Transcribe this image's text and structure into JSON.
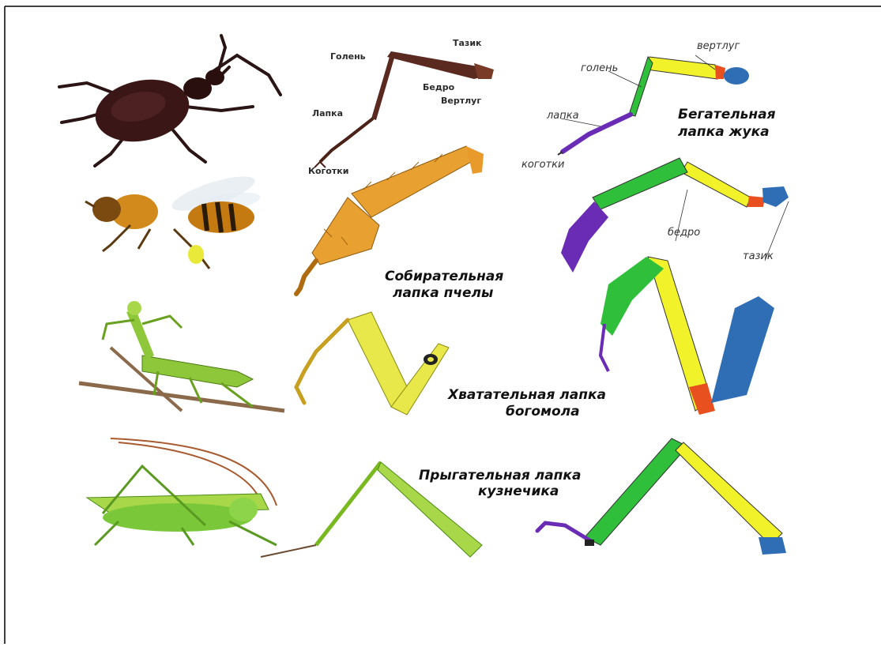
{
  "beetle_leg": {
    "labels": {
      "tazik": "Тазик",
      "golen": "Голень",
      "bedro": "Бедро",
      "vertlug": "Вертлуг",
      "lapka": "Лапка",
      "kogotki": "Коготки"
    }
  },
  "running_leg": {
    "labels": {
      "vertlug": "вертлуг",
      "golen": "голень",
      "lapka": "лапка",
      "kogotki": "коготки"
    },
    "title_line1": "Бегательная",
    "title_line2": "лапка   жука"
  },
  "middle_leg": {
    "labels": {
      "bedro": "бедро",
      "tazik": "тазик"
    }
  },
  "bee": {
    "title_line1": "Собирательная",
    "title_line2": "лапка пчелы"
  },
  "mantis": {
    "title_line1": "Хватательная лапка",
    "title_line2": "богомола"
  },
  "grasshopper": {
    "title_line1": "Прыгательная лапка",
    "title_line2": "кузнечика"
  },
  "colors": {
    "coxa": "#2f6db5",
    "trochanter": "#e8501f",
    "femur": "#f2f22a",
    "tibia": "#2fbf3a",
    "tarsus": "#6a2bb5"
  }
}
